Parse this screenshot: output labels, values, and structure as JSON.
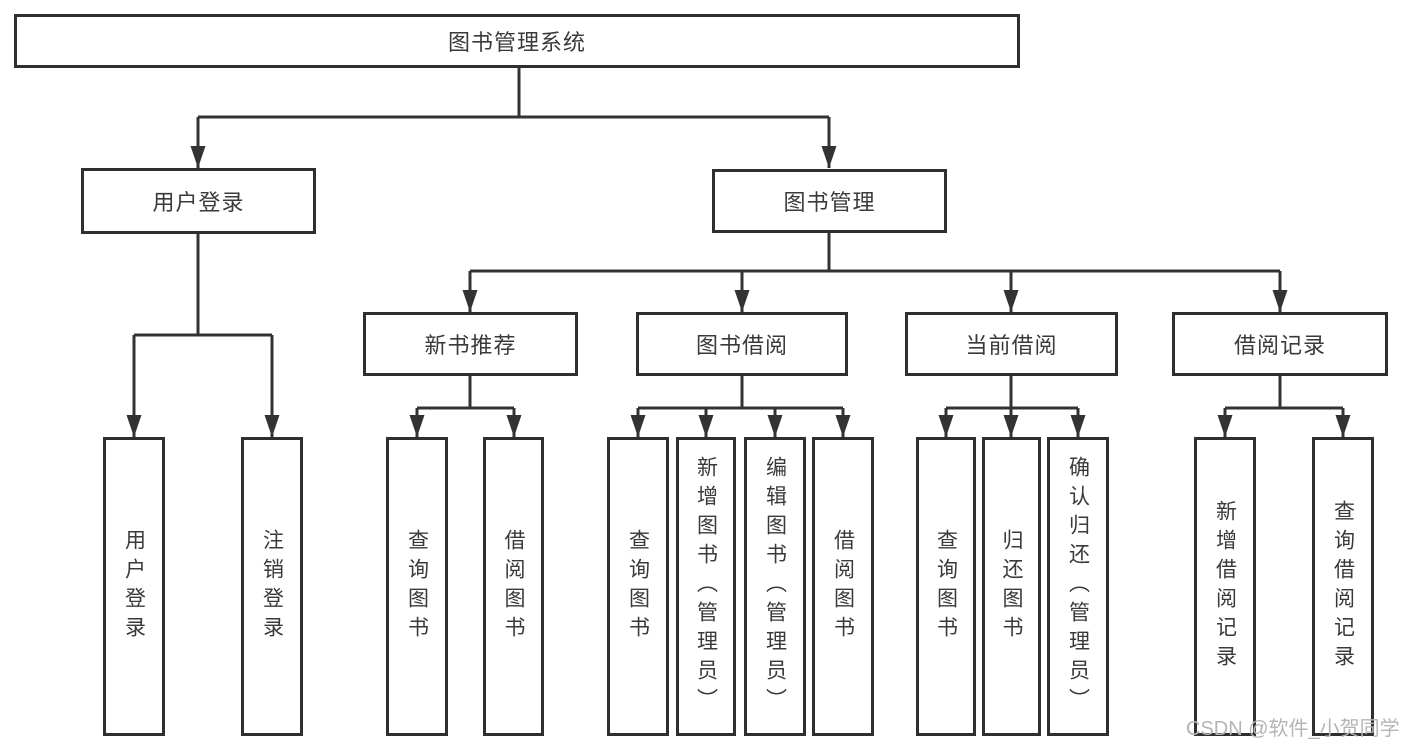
{
  "chart": {
    "root": {
      "label": "图书管理系统"
    },
    "branches": [
      {
        "label": "用户登录",
        "children": [
          {
            "label": "用户登录"
          },
          {
            "label": "注销登录"
          }
        ]
      },
      {
        "label": "图书管理",
        "children": [
          {
            "label": "新书推荐",
            "children": [
              {
                "label": "查询图书"
              },
              {
                "label": "借阅图书"
              }
            ]
          },
          {
            "label": "图书借阅",
            "children": [
              {
                "label": "查询图书"
              },
              {
                "label": "新增图书（管理员）"
              },
              {
                "label": "编辑图书（管理员）"
              },
              {
                "label": "借阅图书"
              }
            ]
          },
          {
            "label": "当前借阅",
            "children": [
              {
                "label": "查询图书"
              },
              {
                "label": "归还图书"
              },
              {
                "label": "确认归还（管理员）"
              }
            ]
          },
          {
            "label": "借阅记录",
            "children": [
              {
                "label": "新增借阅记录"
              },
              {
                "label": "查询借阅记录"
              }
            ]
          }
        ]
      }
    ]
  },
  "watermark": {
    "text": "CSDN @软件_小贺同学"
  },
  "colors": {
    "line": "#333333",
    "box_border": "#2f2f2f",
    "text": "#3a3a3a",
    "watermark": "#b5b5b5",
    "background": "#ffffff"
  }
}
